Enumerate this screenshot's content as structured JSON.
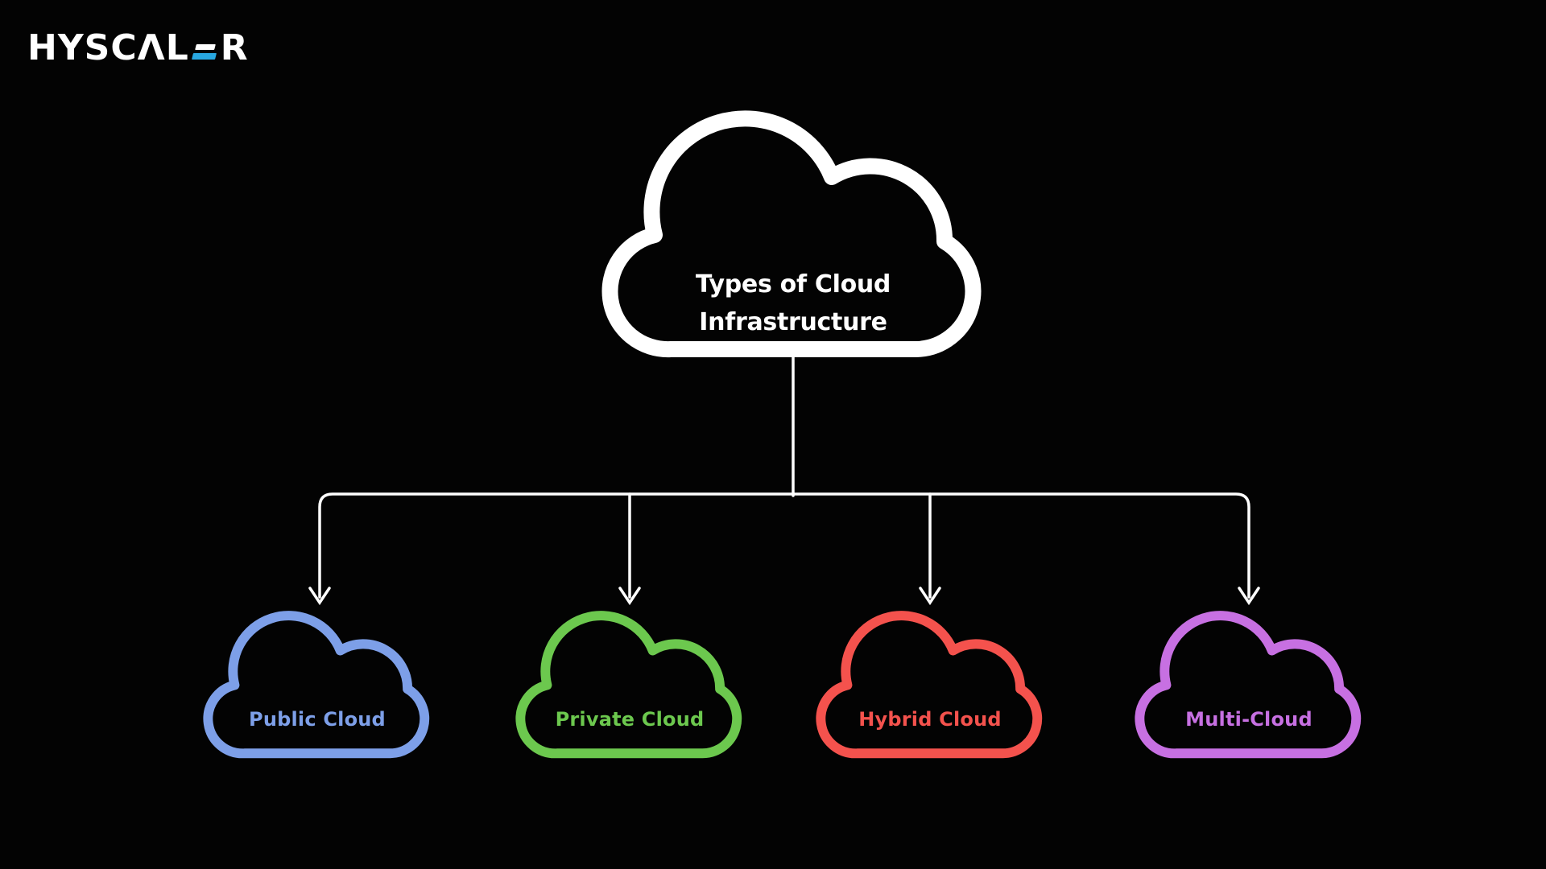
{
  "canvas": {
    "background": "#030303"
  },
  "logo": {
    "text_start": "HYSC",
    "text_a": "Λ",
    "text_l": "L",
    "text_r": "R",
    "text_color": "#FFFFFF",
    "accent_color": "#28A7E0"
  },
  "diagram": {
    "root": {
      "title_line1": "Types of Cloud",
      "title_line2": "Infrastructure",
      "color": "#FFFFFF"
    },
    "connector_color": "#FFFFFF",
    "branches": [
      {
        "label": "Public Cloud",
        "color": "#7D9FE8"
      },
      {
        "label": "Private Cloud",
        "color": "#6CC84E"
      },
      {
        "label": "Hybrid Cloud",
        "color": "#F4524D"
      },
      {
        "label": "Multi-Cloud",
        "color": "#C770E2"
      }
    ]
  }
}
